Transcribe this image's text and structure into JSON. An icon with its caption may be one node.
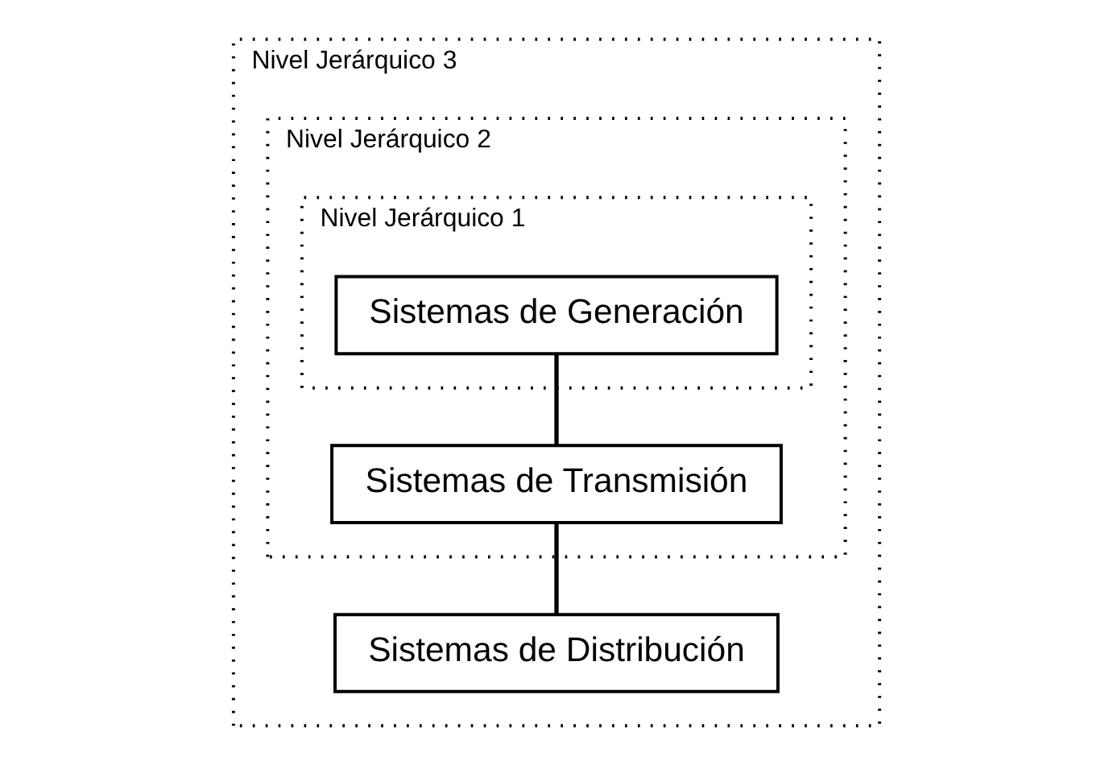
{
  "diagram": {
    "nodes": [
      {
        "text": [
          "Nivel Jerárquico 3"
        ]
      },
      {
        "text": [
          "Nivel Jerárquico 2"
        ],
        "in": 0
      },
      {
        "text": [
          "Nivel Jerárquico 1"
        ],
        "in": 1
      },
      {
        "text": [
          "Sistemas de Generación"
        ],
        "in": 2
      },
      {
        "text": [
          "Sistemas de Transmisión"
        ],
        "in": 1
      },
      {
        "text": [
          "Sistemas de Distribución"
        ],
        "in": 0
      }
    ],
    "edges": [
      {
        "from": 3,
        "to": 4,
        "arrow": "none"
      },
      {
        "from": 4,
        "to": 5,
        "arrow": "none"
      }
    ]
  }
}
